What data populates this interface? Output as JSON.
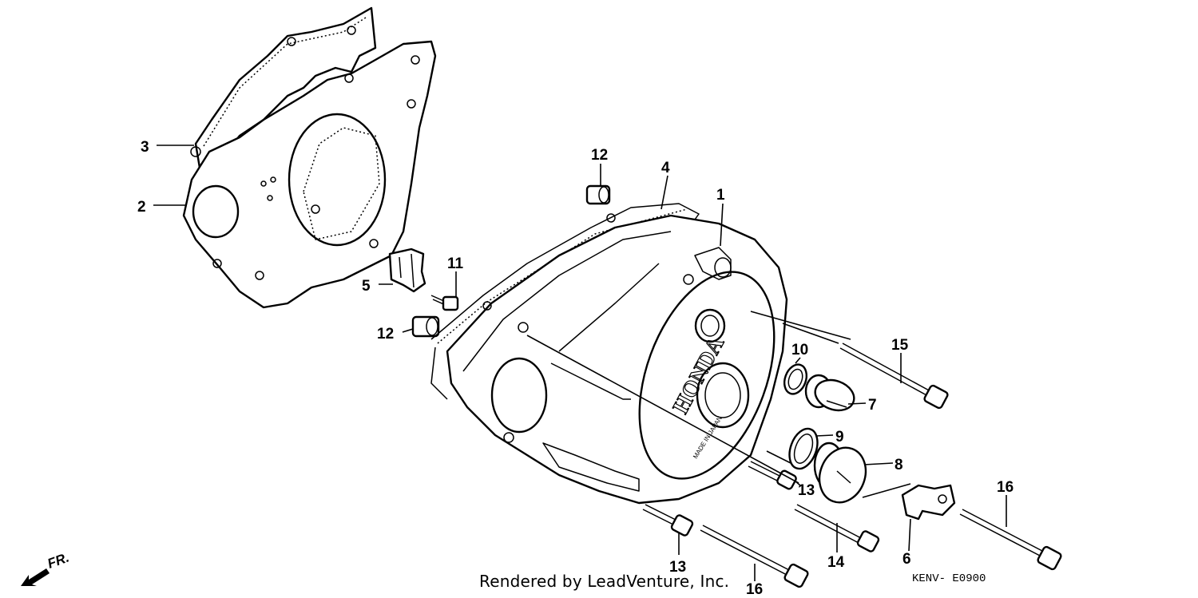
{
  "callouts": [
    {
      "id": "c1",
      "text": "1"
    },
    {
      "id": "c2",
      "text": "2"
    },
    {
      "id": "c3",
      "text": "3"
    },
    {
      "id": "c4",
      "text": "4"
    },
    {
      "id": "c5",
      "text": "5"
    },
    {
      "id": "c6",
      "text": "6"
    },
    {
      "id": "c7",
      "text": "7"
    },
    {
      "id": "c8",
      "text": "8"
    },
    {
      "id": "c9",
      "text": "9"
    },
    {
      "id": "c10",
      "text": "10"
    },
    {
      "id": "c11",
      "text": "11"
    },
    {
      "id": "c12a",
      "text": "12"
    },
    {
      "id": "c12b",
      "text": "12"
    },
    {
      "id": "c13a",
      "text": "13"
    },
    {
      "id": "c13b",
      "text": "13"
    },
    {
      "id": "c14",
      "text": "14"
    },
    {
      "id": "c15",
      "text": "15"
    },
    {
      "id": "c16a",
      "text": "16"
    },
    {
      "id": "c16b",
      "text": "16"
    }
  ],
  "cover_brand": "HONDA",
  "cover_origin": "MADE IN JAPAN",
  "direction_label": "FR.",
  "footer": {
    "credit": "Rendered by LeadVenture, Inc.",
    "diagram_code": "KENV- E0900"
  }
}
